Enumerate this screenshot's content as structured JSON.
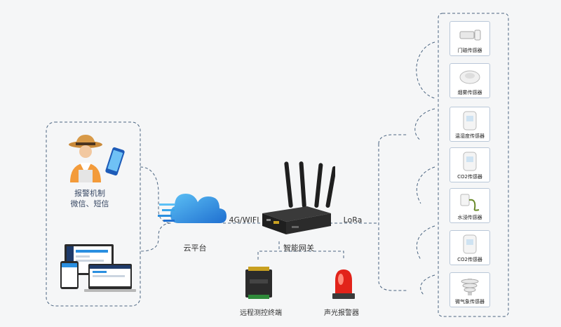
{
  "labels": {
    "alarm_title": "报警机制",
    "alarm_sub": "微信、短信",
    "cloud": "云平台",
    "link_cloud": "4G/WIFI",
    "gateway": "智能网关",
    "link_lora": "LoRa",
    "remote_terminal": "远程测控终端",
    "alarm_device": "声光报警器"
  },
  "sensors": [
    {
      "label": "门磁传感器",
      "icon": "door-magnetic-sensor-icon"
    },
    {
      "label": "烟雾传感器",
      "icon": "smoke-sensor-icon"
    },
    {
      "label": "温湿度传感器",
      "icon": "temp-humidity-sensor-icon"
    },
    {
      "label": "CO2传感器",
      "icon": "co2-sensor-icon"
    },
    {
      "label": "水浸传感器",
      "icon": "water-leak-sensor-icon"
    },
    {
      "label": "CO2传感器",
      "icon": "co2-sensor-icon"
    },
    {
      "label": "微气象传感器",
      "icon": "micro-weather-sensor-icon"
    }
  ],
  "colors": {
    "dashed_line": "#4a6480",
    "cloud_blue": "#2a8fe0",
    "alarm_red": "#e2231a",
    "gateway_black": "#1f1f1f"
  }
}
